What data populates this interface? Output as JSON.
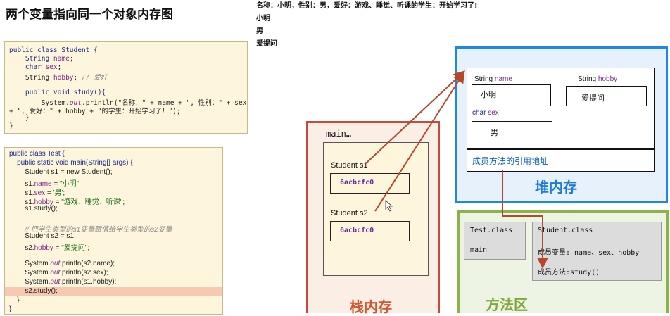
{
  "title": "两个变量指向同一个对象内存图",
  "console_output": [
    "名称：小明，性别：男，爱好：游戏、睡觉、听课的学生：开始学习了!",
    "小明",
    "男",
    "爱提问"
  ],
  "student_code": {
    "l1": "public class Student {",
    "l2a": "    String ",
    "l2b": "name",
    "l2c": ";",
    "l3a": "    char ",
    "l3b": "sex",
    "l3c": ";",
    "l4a": "    String ",
    "l4b": "hobby",
    "l4c": "; ",
    "l4d": "// 爱好",
    "l5": "    public void study(){",
    "l6a": "        System.",
    "l6b": "out",
    "l6c": ".println(\"名称：\" + name + \", 性别：\" + sex",
    "l7": "+ \", 爱好：\" + hobby + \"的学生：开始学习了！\");",
    "l8": "    }",
    "l9": "}"
  },
  "test_code": {
    "l1": "public class Test {",
    "l2": "    public static void main(String[] args) {",
    "l3": "        Student s1 = new Student();",
    "l4a": "        s1.",
    "l4b": "name",
    "l4c": " = ",
    "l4d": "\"小明\"",
    "l4e": ";",
    "l5a": "        s1.",
    "l5b": "sex",
    "l5c": " = ",
    "l5d": "'男'",
    "l5e": ";",
    "l6a": "        s1.",
    "l6b": "hobby",
    "l6c": " = ",
    "l6d": "\"游戏、睡觉、听课\"",
    "l6e": ";",
    "l7": "        s1.study();",
    "l8": "        // 把学生类型的s1变量赋值给学生类型的s2变量",
    "l9": "        Student s2 = s1;",
    "l10a": "        s2.",
    "l10b": "hobby",
    "l10c": " = ",
    "l10d": "\"爱提问\"",
    "l10e": ";",
    "l11a": "        System.",
    "l11b": "out",
    "l11c": ".println(s2.name);",
    "l12a": "        System.",
    "l12b": "out",
    "l12c": ".println(s2.sex);",
    "l13a": "        System.",
    "l13b": "out",
    "l13c": ".println(s1.hobby);",
    "l14": "        s2.study();",
    "l15": "    }",
    "l16": "}"
  },
  "stack": {
    "label": "栈内存",
    "frame_title": "main…",
    "s1_label": "Student s1",
    "s1_value": "6acbcfc0",
    "s2_label": "Student s2",
    "s2_value": "6acbcfc0"
  },
  "heap": {
    "label": "堆内存",
    "name_type": "String",
    "name_field": "name",
    "name_value": "小明",
    "hobby_type": "String",
    "hobby_field": "hobby",
    "hobby_value": "爱提问",
    "sex_type": "char",
    "sex_field": "sex",
    "sex_value": "男",
    "method_ref": "成员方法的引用地址"
  },
  "method_area": {
    "label": "方法区",
    "test_class": "Test.class",
    "test_main": "main",
    "student_class": "Student.class",
    "member_vars": "成员变量: name、sex、hobby",
    "member_method": "成员方法:study()"
  },
  "colors": {
    "stack_border": "#c94a3a",
    "heap_border": "#1e88e5",
    "method_border": "#8bb34a",
    "arrow": "#b5472b"
  }
}
